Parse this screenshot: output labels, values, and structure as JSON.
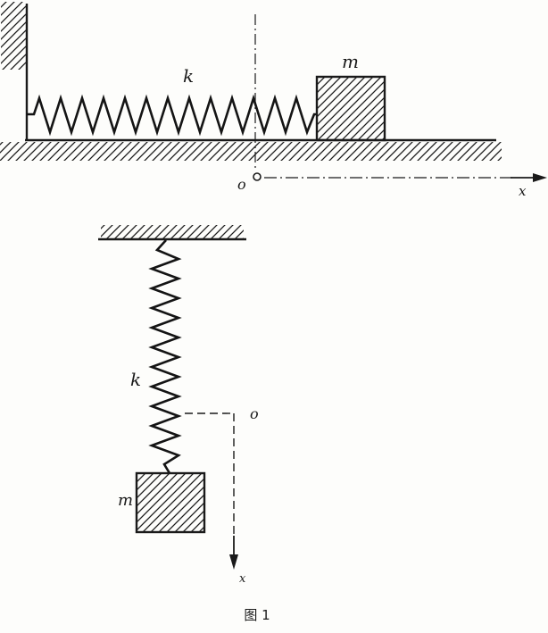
{
  "figure": {
    "caption": "图 1"
  },
  "top_diagram": {
    "spring_label": "k",
    "mass_label": "m",
    "origin_label": "o",
    "axis_label": "x"
  },
  "bottom_diagram": {
    "spring_label": "k",
    "mass_label": "m",
    "origin_label": "o",
    "axis_label": "x"
  },
  "colors": {
    "ink": "#1a1a1a",
    "paper": "#fdfdfb"
  }
}
